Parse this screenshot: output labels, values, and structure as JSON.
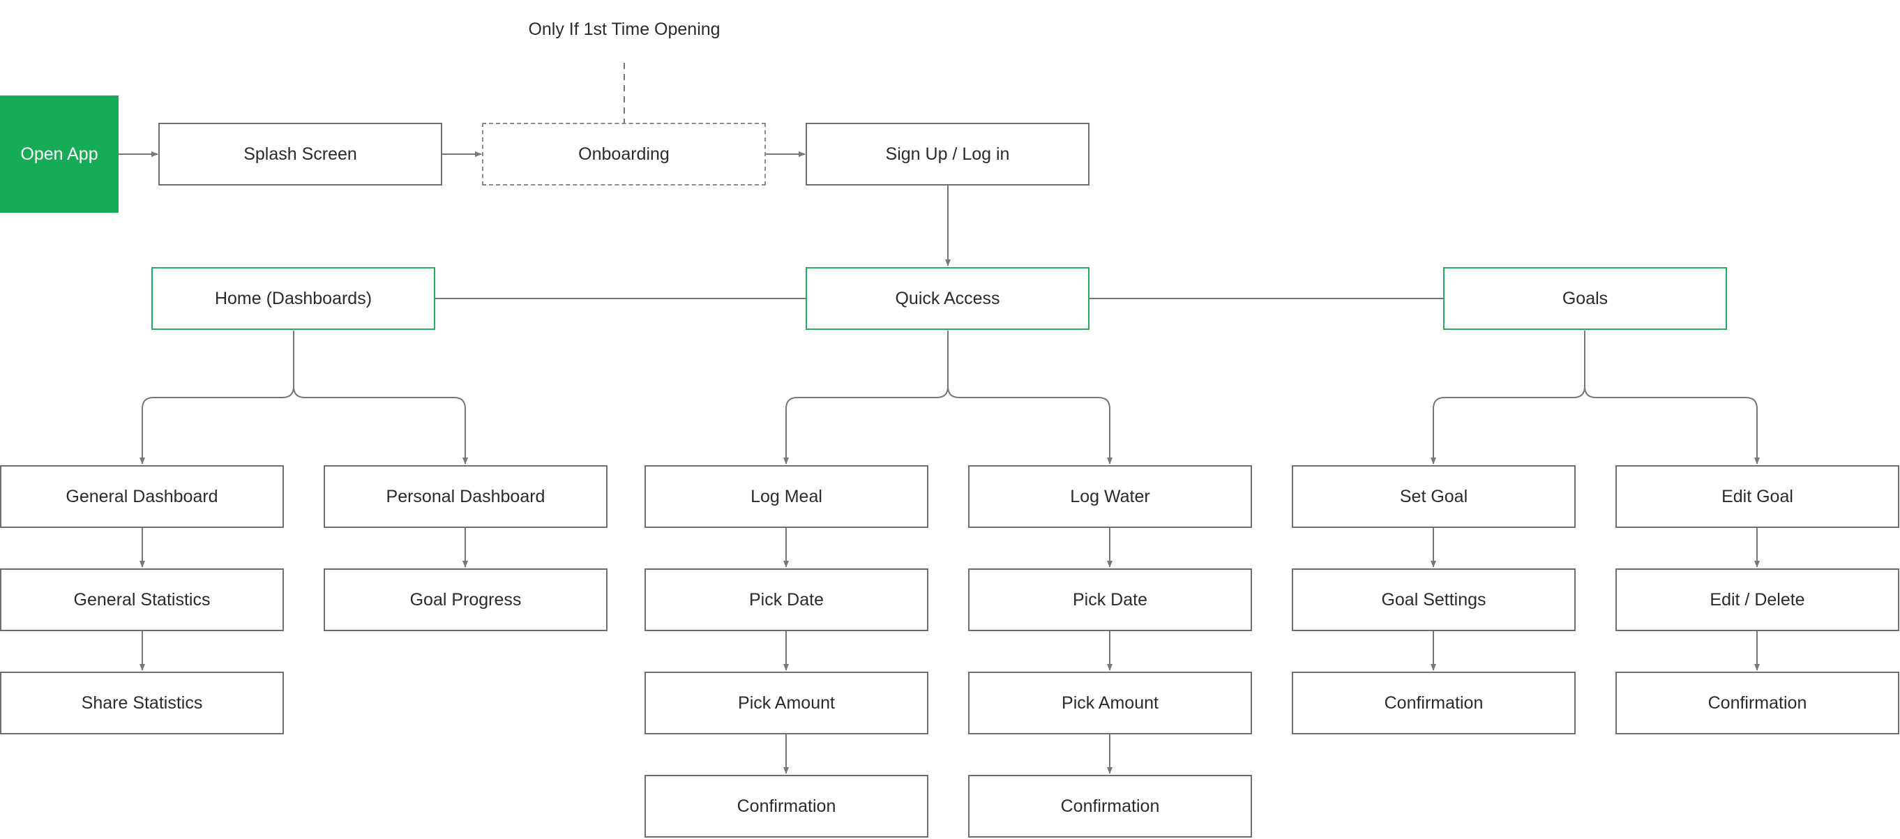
{
  "flow": {
    "note_first_time": "Only If 1st Time Opening",
    "open_app": "Open App",
    "splash_screen": "Splash Screen",
    "onboarding": "Onboarding",
    "sign_up": "Sign Up / Log in",
    "hubs": {
      "home": "Home (Dashboards)",
      "quick_access": "Quick Access",
      "goals": "Goals"
    },
    "home": {
      "general_dashboard": "General Dashboard",
      "general_statistics": "General Statistics",
      "share_statistics": "Share Statistics",
      "personal_dashboard": "Personal Dashboard",
      "goal_progress": "Goal Progress"
    },
    "quick_access": {
      "log_meal": "Log Meal",
      "meal_pick_date": "Pick Date",
      "meal_pick_amount": "Pick Amount",
      "meal_confirmation": "Confirmation",
      "log_water": "Log Water",
      "water_pick_date": "Pick Date",
      "water_pick_amount": "Pick Amount",
      "water_confirmation": "Confirmation"
    },
    "goals": {
      "set_goal": "Set Goal",
      "goal_settings": "Goal Settings",
      "set_confirmation": "Confirmation",
      "edit_goal": "Edit Goal",
      "edit_delete": "Edit / Delete",
      "edit_confirmation": "Confirmation"
    }
  },
  "colors": {
    "start_fill": "#16ab56",
    "hub_border": "#22ad5f",
    "box_border": "#6f6f6f",
    "connector": "#777777",
    "text": "#2b2b2b"
  }
}
